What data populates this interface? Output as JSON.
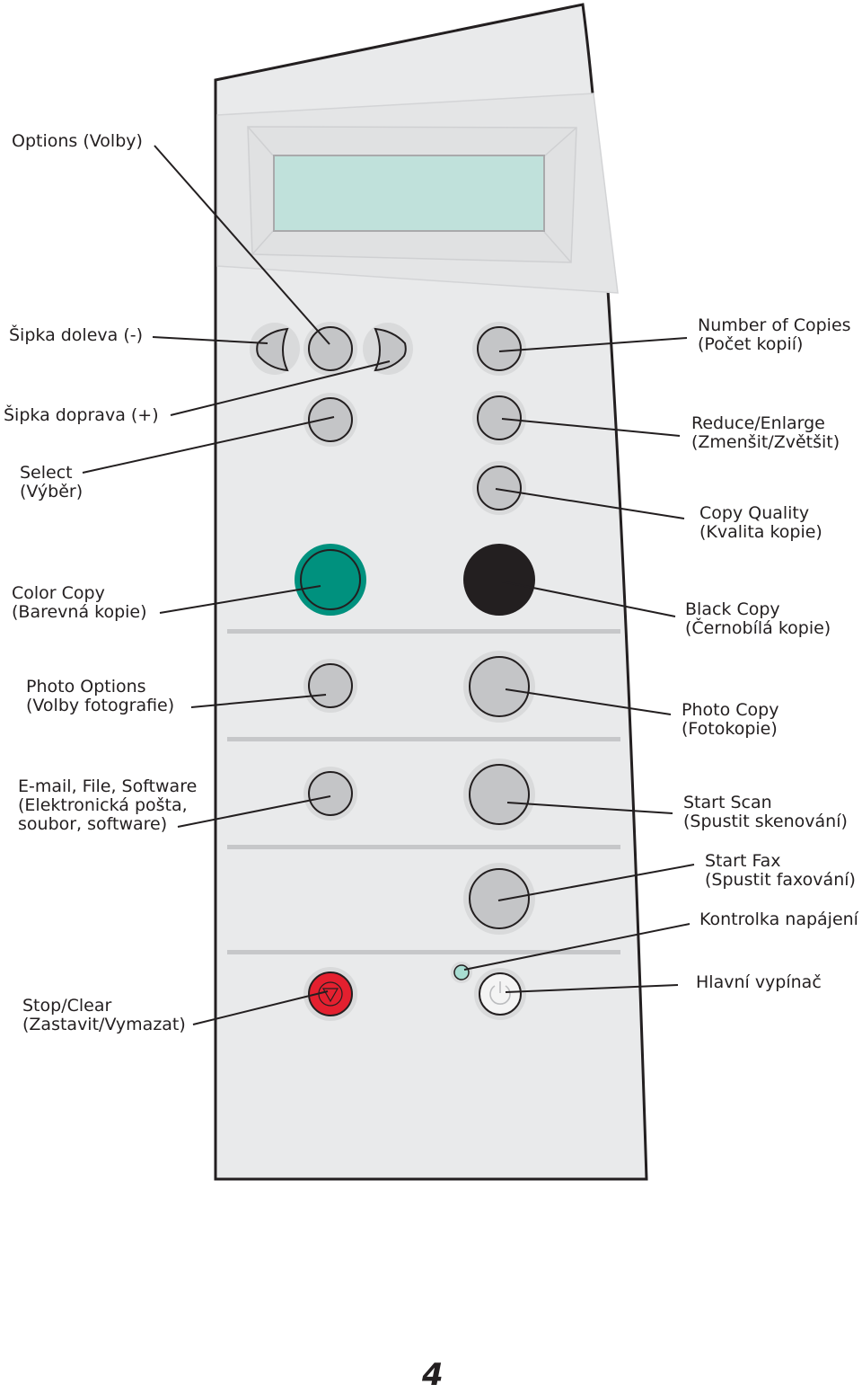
{
  "labels": {
    "options": [
      "Options (Volby)"
    ],
    "arrow_left": [
      "Šipka doleva (-)"
    ],
    "arrow_right": [
      "Šipka doprava (+)"
    ],
    "select": [
      "Select",
      "(Výběr)"
    ],
    "color_copy": [
      "Color Copy",
      "(Barevná kopie)"
    ],
    "photo_options": [
      "Photo Options",
      "(Volby fotografie)"
    ],
    "email_file_software": [
      "E-mail, File, Software",
      "(Elektronická pošta,",
      "soubor, software)"
    ],
    "stop_clear": [
      "Stop/Clear",
      "(Zastavit/Vymazat)"
    ],
    "number_of_copies": [
      "Number of Copies",
      "(Počet kopií)"
    ],
    "reduce_enlarge": [
      "Reduce/Enlarge",
      "(Zmenšit/Zvětšit)"
    ],
    "copy_quality": [
      "Copy Quality",
      "(Kvalita kopie)"
    ],
    "black_copy": [
      "Black Copy",
      "(Černobílá kopie)"
    ],
    "photo_copy": [
      "Photo Copy",
      "(Fotokopie)"
    ],
    "start_scan": [
      "Start Scan",
      "(Spustit skenování)"
    ],
    "start_fax": [
      "Start Fax",
      "(Spustit faxování)"
    ],
    "power_light": [
      "Kontrolka napájení"
    ],
    "power_switch": [
      "Hlavní vypínač"
    ]
  },
  "page_number": "4",
  "colors": {
    "panel": "#e9eaeb",
    "panel_edge": "#231f20",
    "display": "#c0e1db",
    "button": "#c4c5c7",
    "color_copy": "#00917e",
    "black_copy": "#231f20",
    "stop": "#e4202f",
    "power_light": "#a8ddd2"
  }
}
